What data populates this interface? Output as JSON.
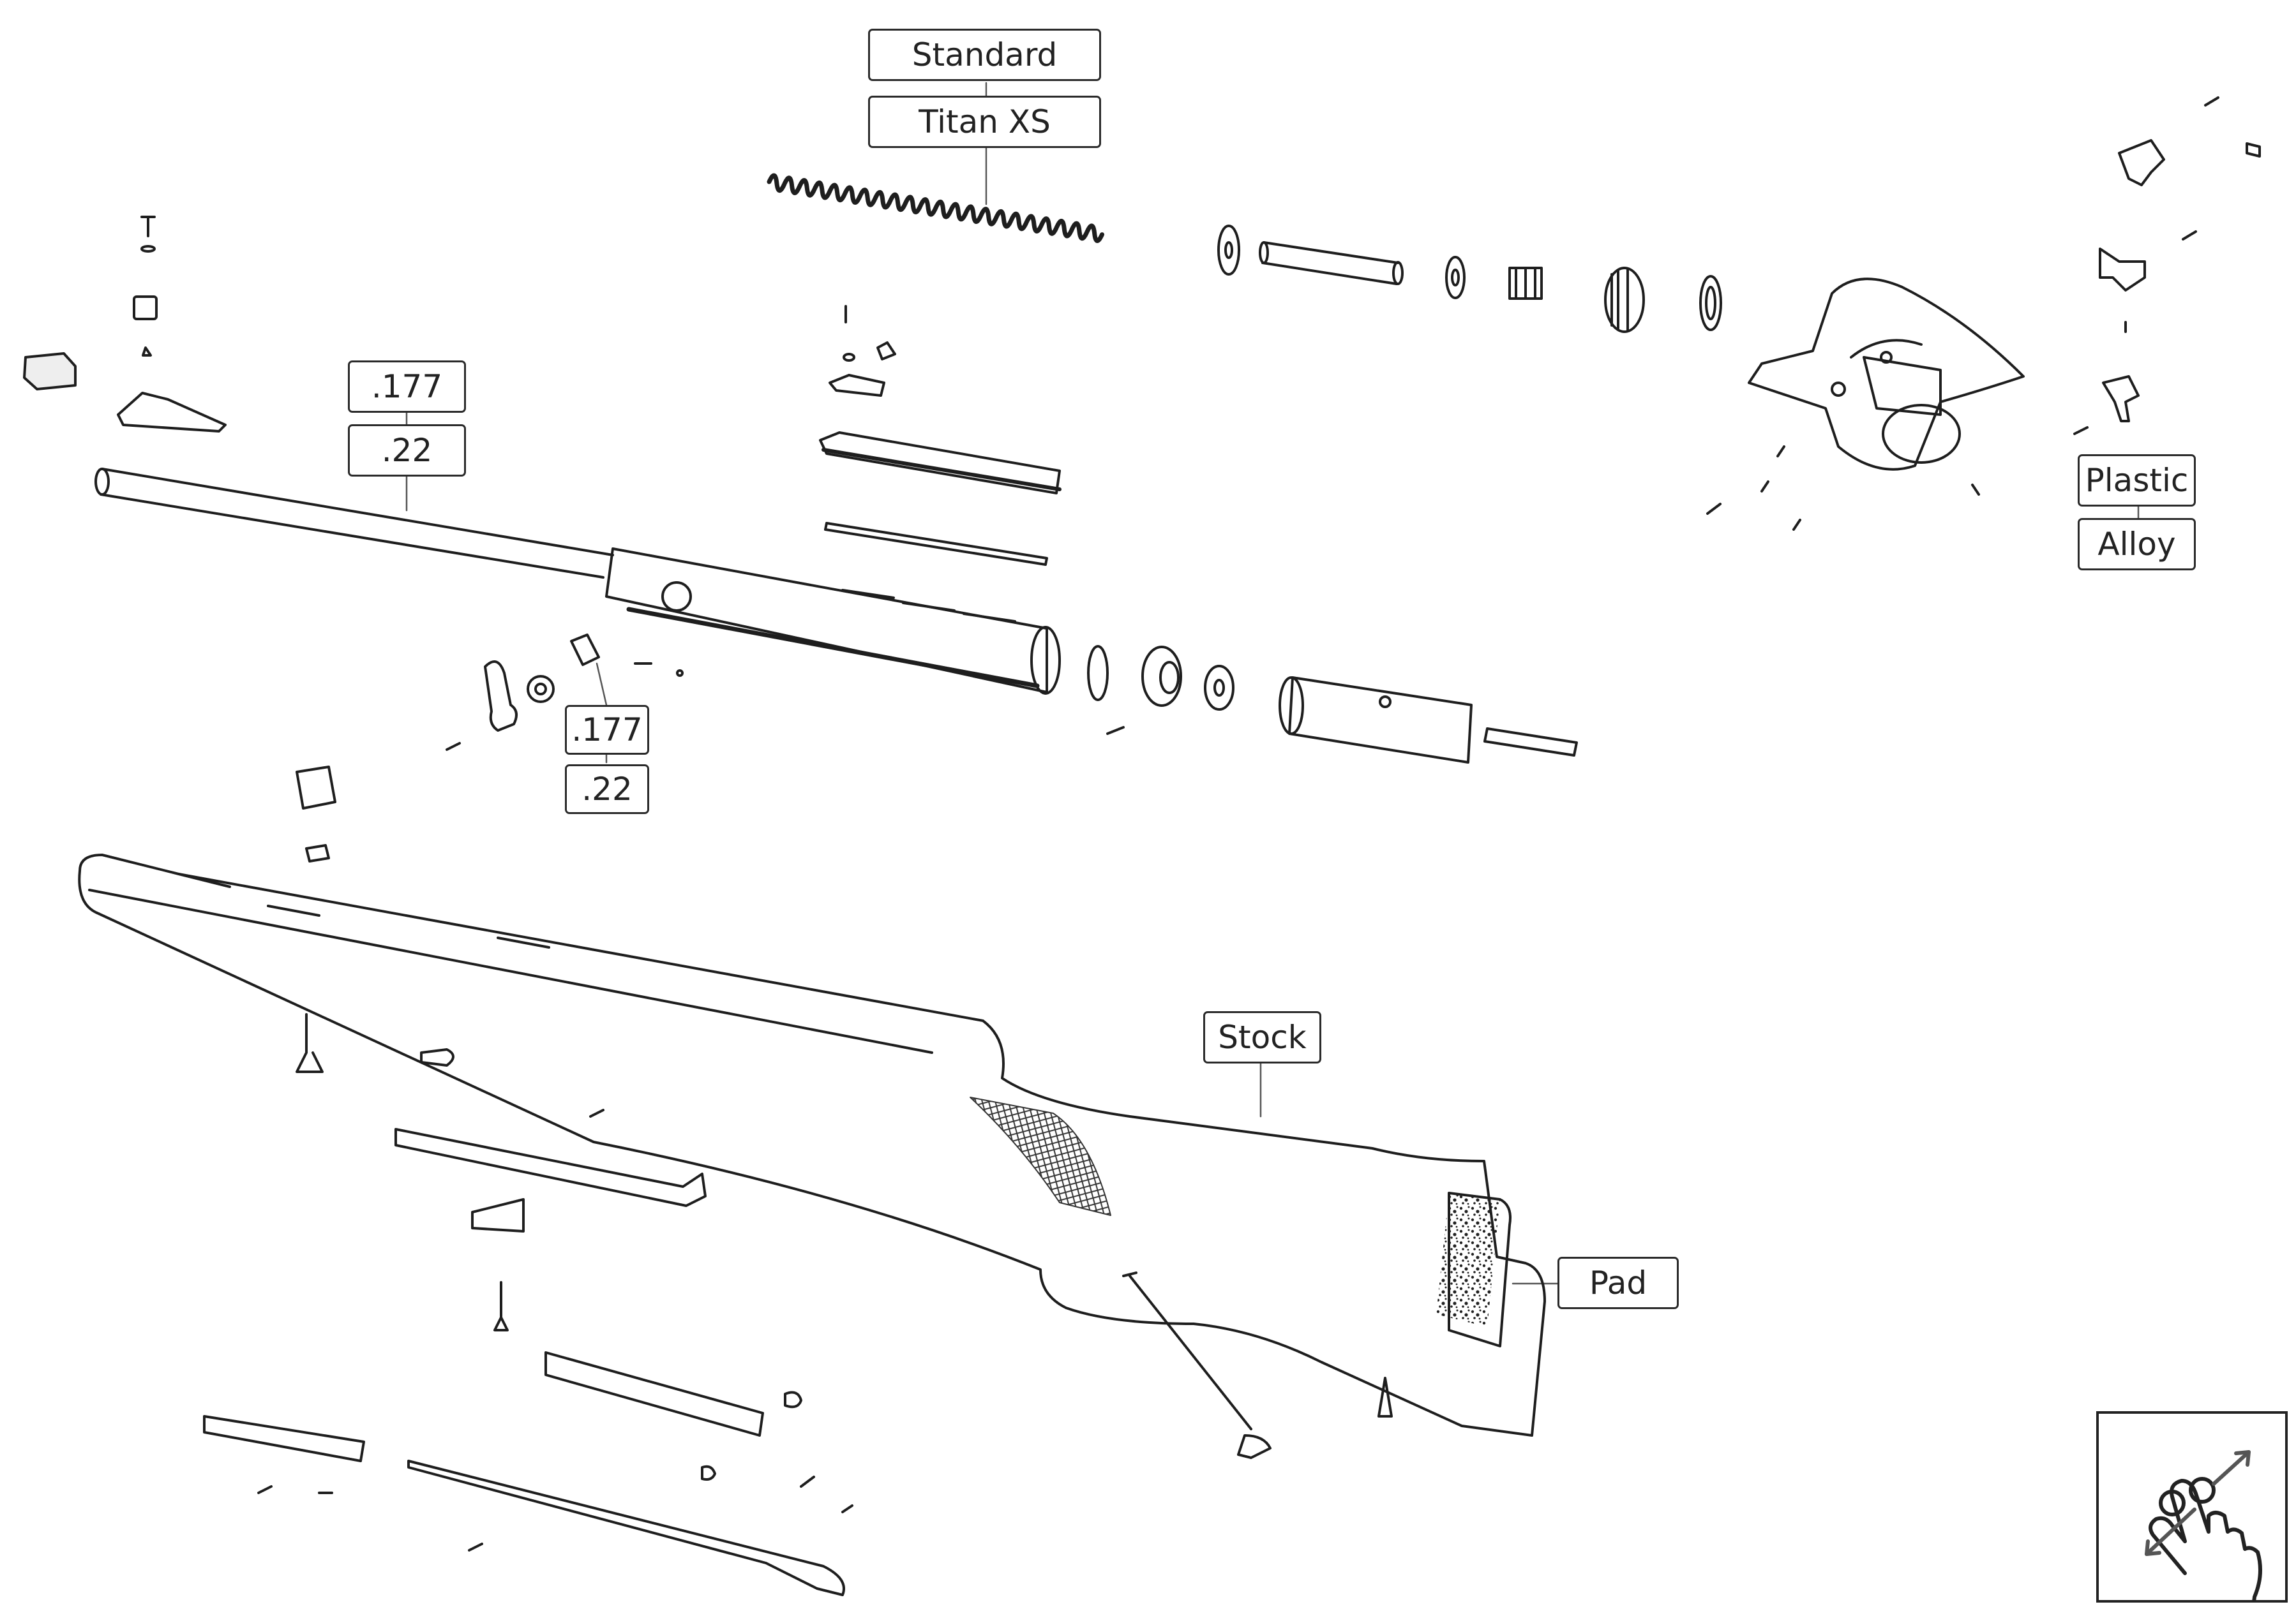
{
  "labels": {
    "spring": [
      "Standard",
      "Titan XS"
    ],
    "barrel": [
      ".177",
      ".22"
    ],
    "breech": [
      ".177",
      ".22"
    ],
    "trigger": [
      "Plastic",
      "Alloy"
    ],
    "stock": "Stock",
    "pad": "Pad"
  },
  "icons": {
    "gesture": "pinch-zoom-icon"
  },
  "colors": {
    "ink": "#2a2a2a",
    "label_border": "#2a2a2a",
    "background": "#ffffff"
  }
}
